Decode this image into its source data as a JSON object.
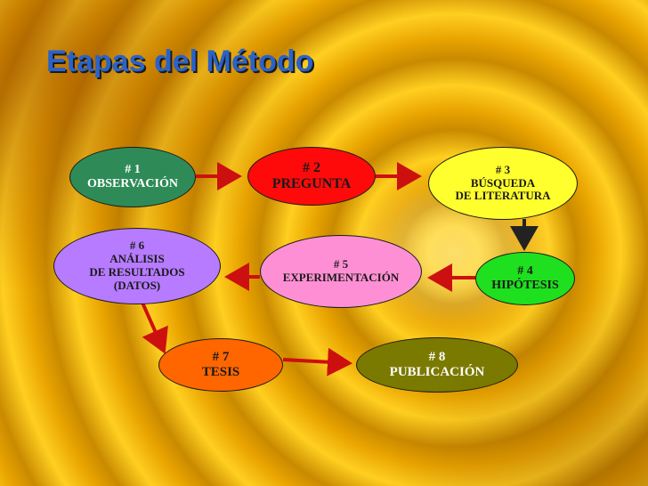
{
  "title": "Etapas del Método",
  "colors": {
    "arrow": "#cc1010",
    "arrow_down": "#222222",
    "title": "#2a63c8"
  },
  "nodes": [
    {
      "id": "n1",
      "lines": [
        "# 1",
        "OBSERVACIÓN"
      ],
      "fill": "#2e8b57",
      "text": "#ffffff"
    },
    {
      "id": "n2",
      "lines": [
        "# 2",
        "PREGUNTA"
      ],
      "fill": "#ff0a0a",
      "text": "#1a1a1a"
    },
    {
      "id": "n3",
      "lines": [
        "# 3",
        "BÚSQUEDA",
        "DE LITERATURA"
      ],
      "fill": "#ffff2e",
      "text": "#1a1a1a"
    },
    {
      "id": "n4",
      "lines": [
        "# 4",
        "HIPÓTESIS"
      ],
      "fill": "#1ee01e",
      "text": "#1a1a1a"
    },
    {
      "id": "n5",
      "lines": [
        "# 5",
        "EXPERIMENTACIÓN"
      ],
      "fill": "#ff8fd4",
      "text": "#1a1a1a"
    },
    {
      "id": "n6",
      "lines": [
        "# 6",
        "ANÁLISIS",
        "DE RESULTADOS",
        "(DATOS)"
      ],
      "fill": "#b77bff",
      "text": "#1a1a1a"
    },
    {
      "id": "n7",
      "lines": [
        "# 7",
        "TESIS"
      ],
      "fill": "#ff6600",
      "text": "#1a1a1a"
    },
    {
      "id": "n8",
      "lines": [
        "# 8",
        "PUBLICACIÓN"
      ],
      "fill": "#7b7a00",
      "text": "#ffffff"
    }
  ]
}
